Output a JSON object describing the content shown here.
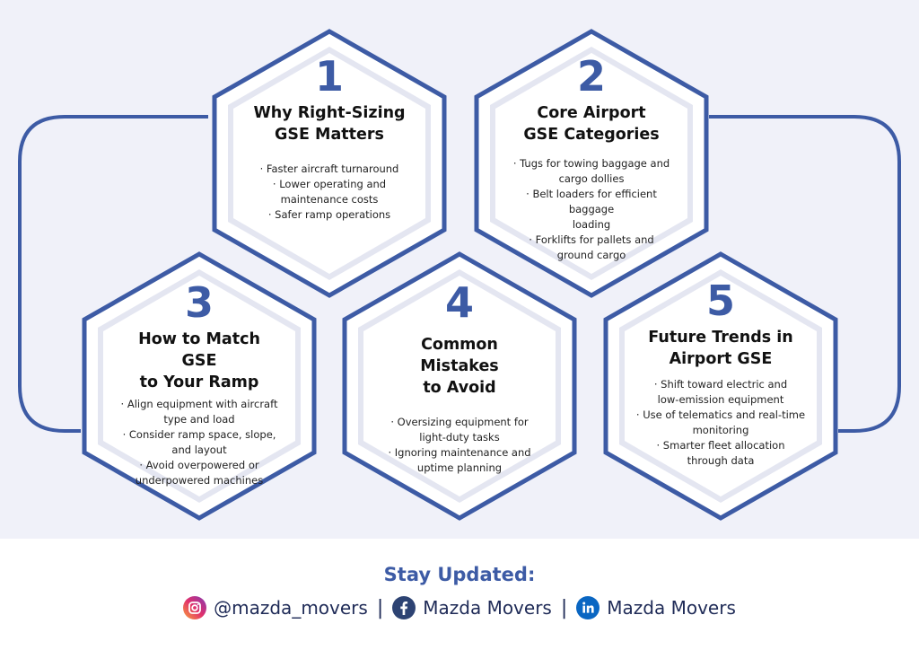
{
  "hexagons": [
    {
      "number": "1",
      "title": [
        "Why Right-Sizing",
        "GSE Matters"
      ],
      "bullets": [
        "· Faster aircraft turnaround",
        "· Lower operating and",
        "maintenance costs",
        "· Safer ramp operations"
      ]
    },
    {
      "number": "2",
      "title": [
        "Core Airport",
        "GSE Categories"
      ],
      "bullets": [
        "· Tugs for towing baggage and",
        "cargo dollies",
        "· Belt loaders for efficient baggage",
        "loading",
        "· Forklifts for pallets and",
        "ground cargo"
      ]
    },
    {
      "number": "3",
      "title": [
        "How to Match GSE",
        "to Your Ramp"
      ],
      "bullets": [
        "· Align equipment with aircraft",
        "type and load",
        "· Consider ramp space, slope,",
        "and layout",
        "· Avoid overpowered or",
        "underpowered machines"
      ]
    },
    {
      "number": "4",
      "title": [
        "Common Mistakes",
        "to Avoid"
      ],
      "bullets": [
        "· Oversizing equipment for",
        "light-duty tasks",
        "· Ignoring maintenance and",
        "uptime planning"
      ]
    },
    {
      "number": "5",
      "title": [
        "Future Trends in",
        "Airport GSE"
      ],
      "bullets": [
        "· Shift toward electric and",
        "low-emission equipment",
        "· Use of telematics and real-time",
        "monitoring",
        "· Smarter fleet allocation",
        "through data"
      ]
    }
  ],
  "footer": {
    "heading": "Stay Updated:",
    "instagram": "@mazda_movers",
    "facebook": "Mazda Movers",
    "linkedin": "Mazda Movers",
    "separator": "|"
  },
  "colors": {
    "accent": "#3d5ba5",
    "background": "#f0f1f9"
  }
}
